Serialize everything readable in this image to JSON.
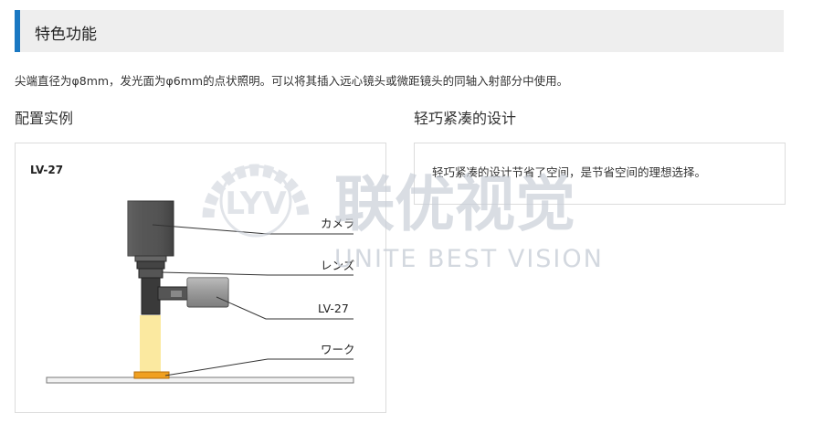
{
  "header": {
    "title": "特色功能"
  },
  "description": "尖端直径为φ8mm，发光面为φ6mm的点状照明。可以将其插入远心镜头或微距镜头的同轴入射部分中使用。",
  "left_column": {
    "title": "配置实例",
    "diagram": {
      "model_label": "LV-27",
      "callouts": [
        "カメラ",
        "レンズ",
        "LV-27",
        "ワーク"
      ]
    }
  },
  "right_column": {
    "title": "轻巧紧凑的设计",
    "text": "轻巧紧凑的设计节省了空间，是节省空间的理想选择。"
  },
  "watermark": {
    "logo_letters": "LYV",
    "cn_text": "联优视觉",
    "en_text": "UNITE BEST VISION",
    "color": "#c9cfd8"
  },
  "colors": {
    "accent": "#1a78c2",
    "header_bg": "#eeeeee",
    "light_beam": "#fbe9a0",
    "work": "#f0a020"
  }
}
